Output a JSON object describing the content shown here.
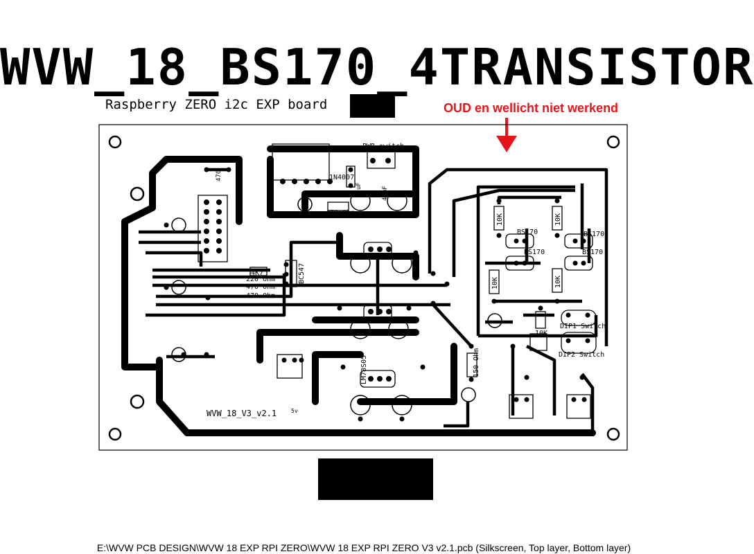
{
  "title": "WVW_18_BS170_4TRANSISTOR",
  "subtitle": "Raspberry ZERO i2c EXP board",
  "warning": "OUD en wellicht niet werkend",
  "warning_color": "#e8141c",
  "board_label": "WVW_18_V3_v2.1",
  "board_label_sup": "5v",
  "components": {
    "pwr_switch": "PWR switch",
    "diode": "1N4007",
    "r470_top": "470",
    "r470_ohm": "470 Ohm",
    "cap1": "47uF",
    "cap2": "47uF",
    "r4k7": "4K7",
    "r220": "220 Ohm",
    "r470a": "470 Ohm",
    "r470b": "470 Ohm",
    "bc547": "BC547",
    "r10k_1": "10K",
    "r10k_2": "10K",
    "r10k_3": "10K",
    "r10k_4": "10K",
    "r10k_5": "10K",
    "bs170_1": "BS170",
    "bs170_2": "BS170",
    "bs170_3": "BS170",
    "bs170_4": "BS170",
    "dip1": "DIP1 Switch",
    "dip2": "DIP2 Switch",
    "lm78": "LM78S05",
    "r150": "150 Ohm"
  },
  "footer": "E:\\WVW  PCB  DESIGN\\WVW  18  EXP  RPI  ZERO\\WVW  18  EXP  RPI  ZERO  V3  v2.1.pcb  (Silkscreen, Top layer, Bottom layer)"
}
